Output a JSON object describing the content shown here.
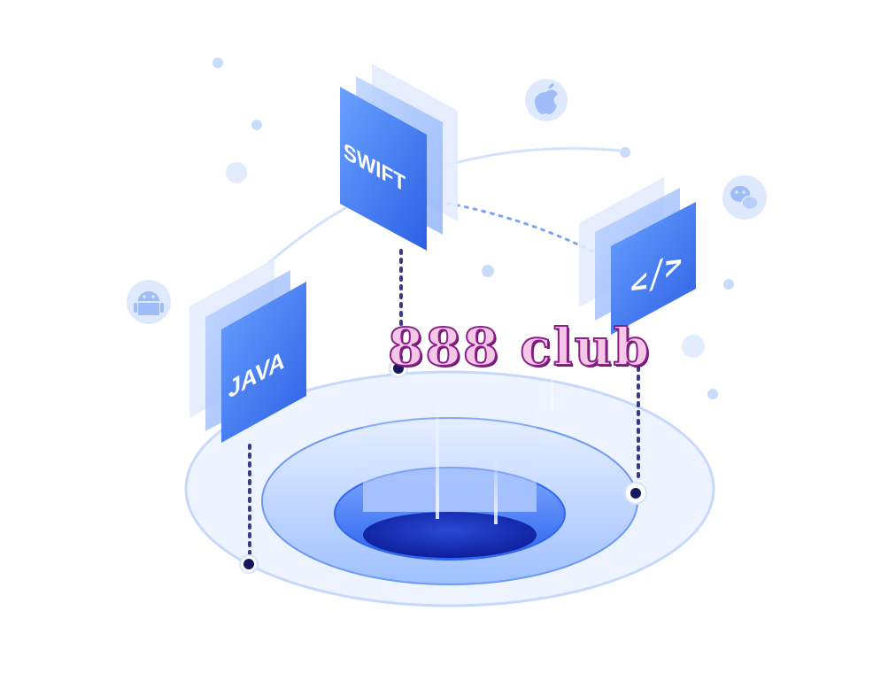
{
  "overlay": {
    "title": "888 club"
  },
  "cards": {
    "swift": {
      "label": "SWIFT"
    },
    "java": {
      "label": "JAVA"
    },
    "code": {
      "label": "</>"
    }
  },
  "icons": {
    "top_right": "apple-icon",
    "right": "wechat-icon",
    "left": "android-icon"
  },
  "colors": {
    "primary_blue": "#3d7df0",
    "deep_blue": "#1746d6",
    "light_blue": "#dbe7ff",
    "navy_dot": "#14185e",
    "overlay_fill": "#f6c6e8",
    "overlay_stroke": "#8a1f86"
  }
}
